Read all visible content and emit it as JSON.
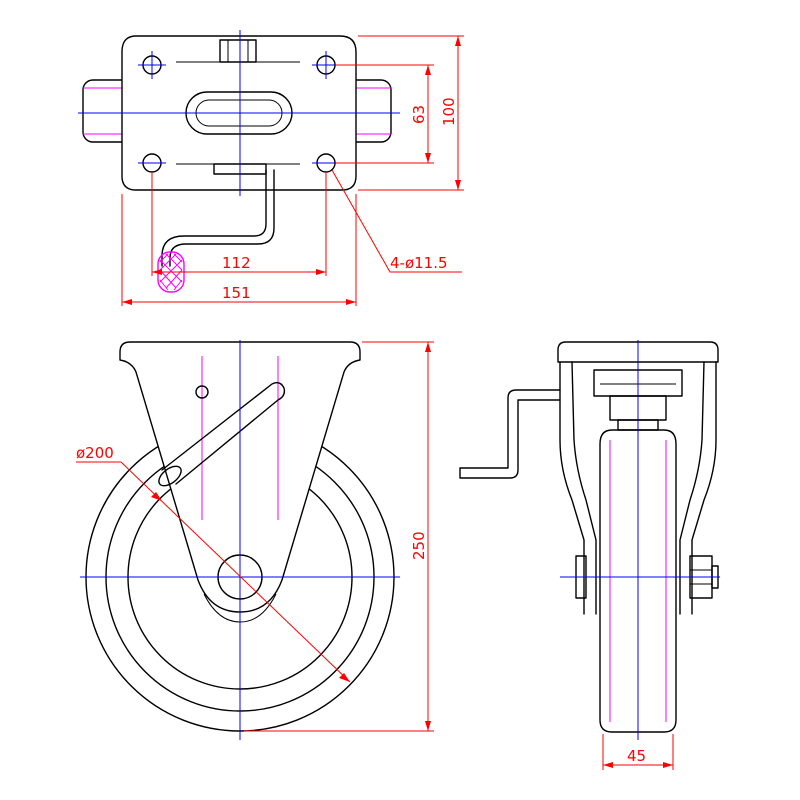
{
  "colors": {
    "outline": "#000000",
    "centerline": "#0000ff",
    "hidden_line": "#ff00ff",
    "dimension": "#ff0000",
    "background": "#ffffff"
  },
  "dimensions": {
    "bolt_spacing_width": "112",
    "plate_width": "151",
    "hole_callout": "4-ø11.5",
    "bolt_spacing_depth": "63",
    "plate_depth": "100",
    "wheel_diameter": "ø200",
    "overall_height": "250",
    "wheel_width": "45"
  }
}
